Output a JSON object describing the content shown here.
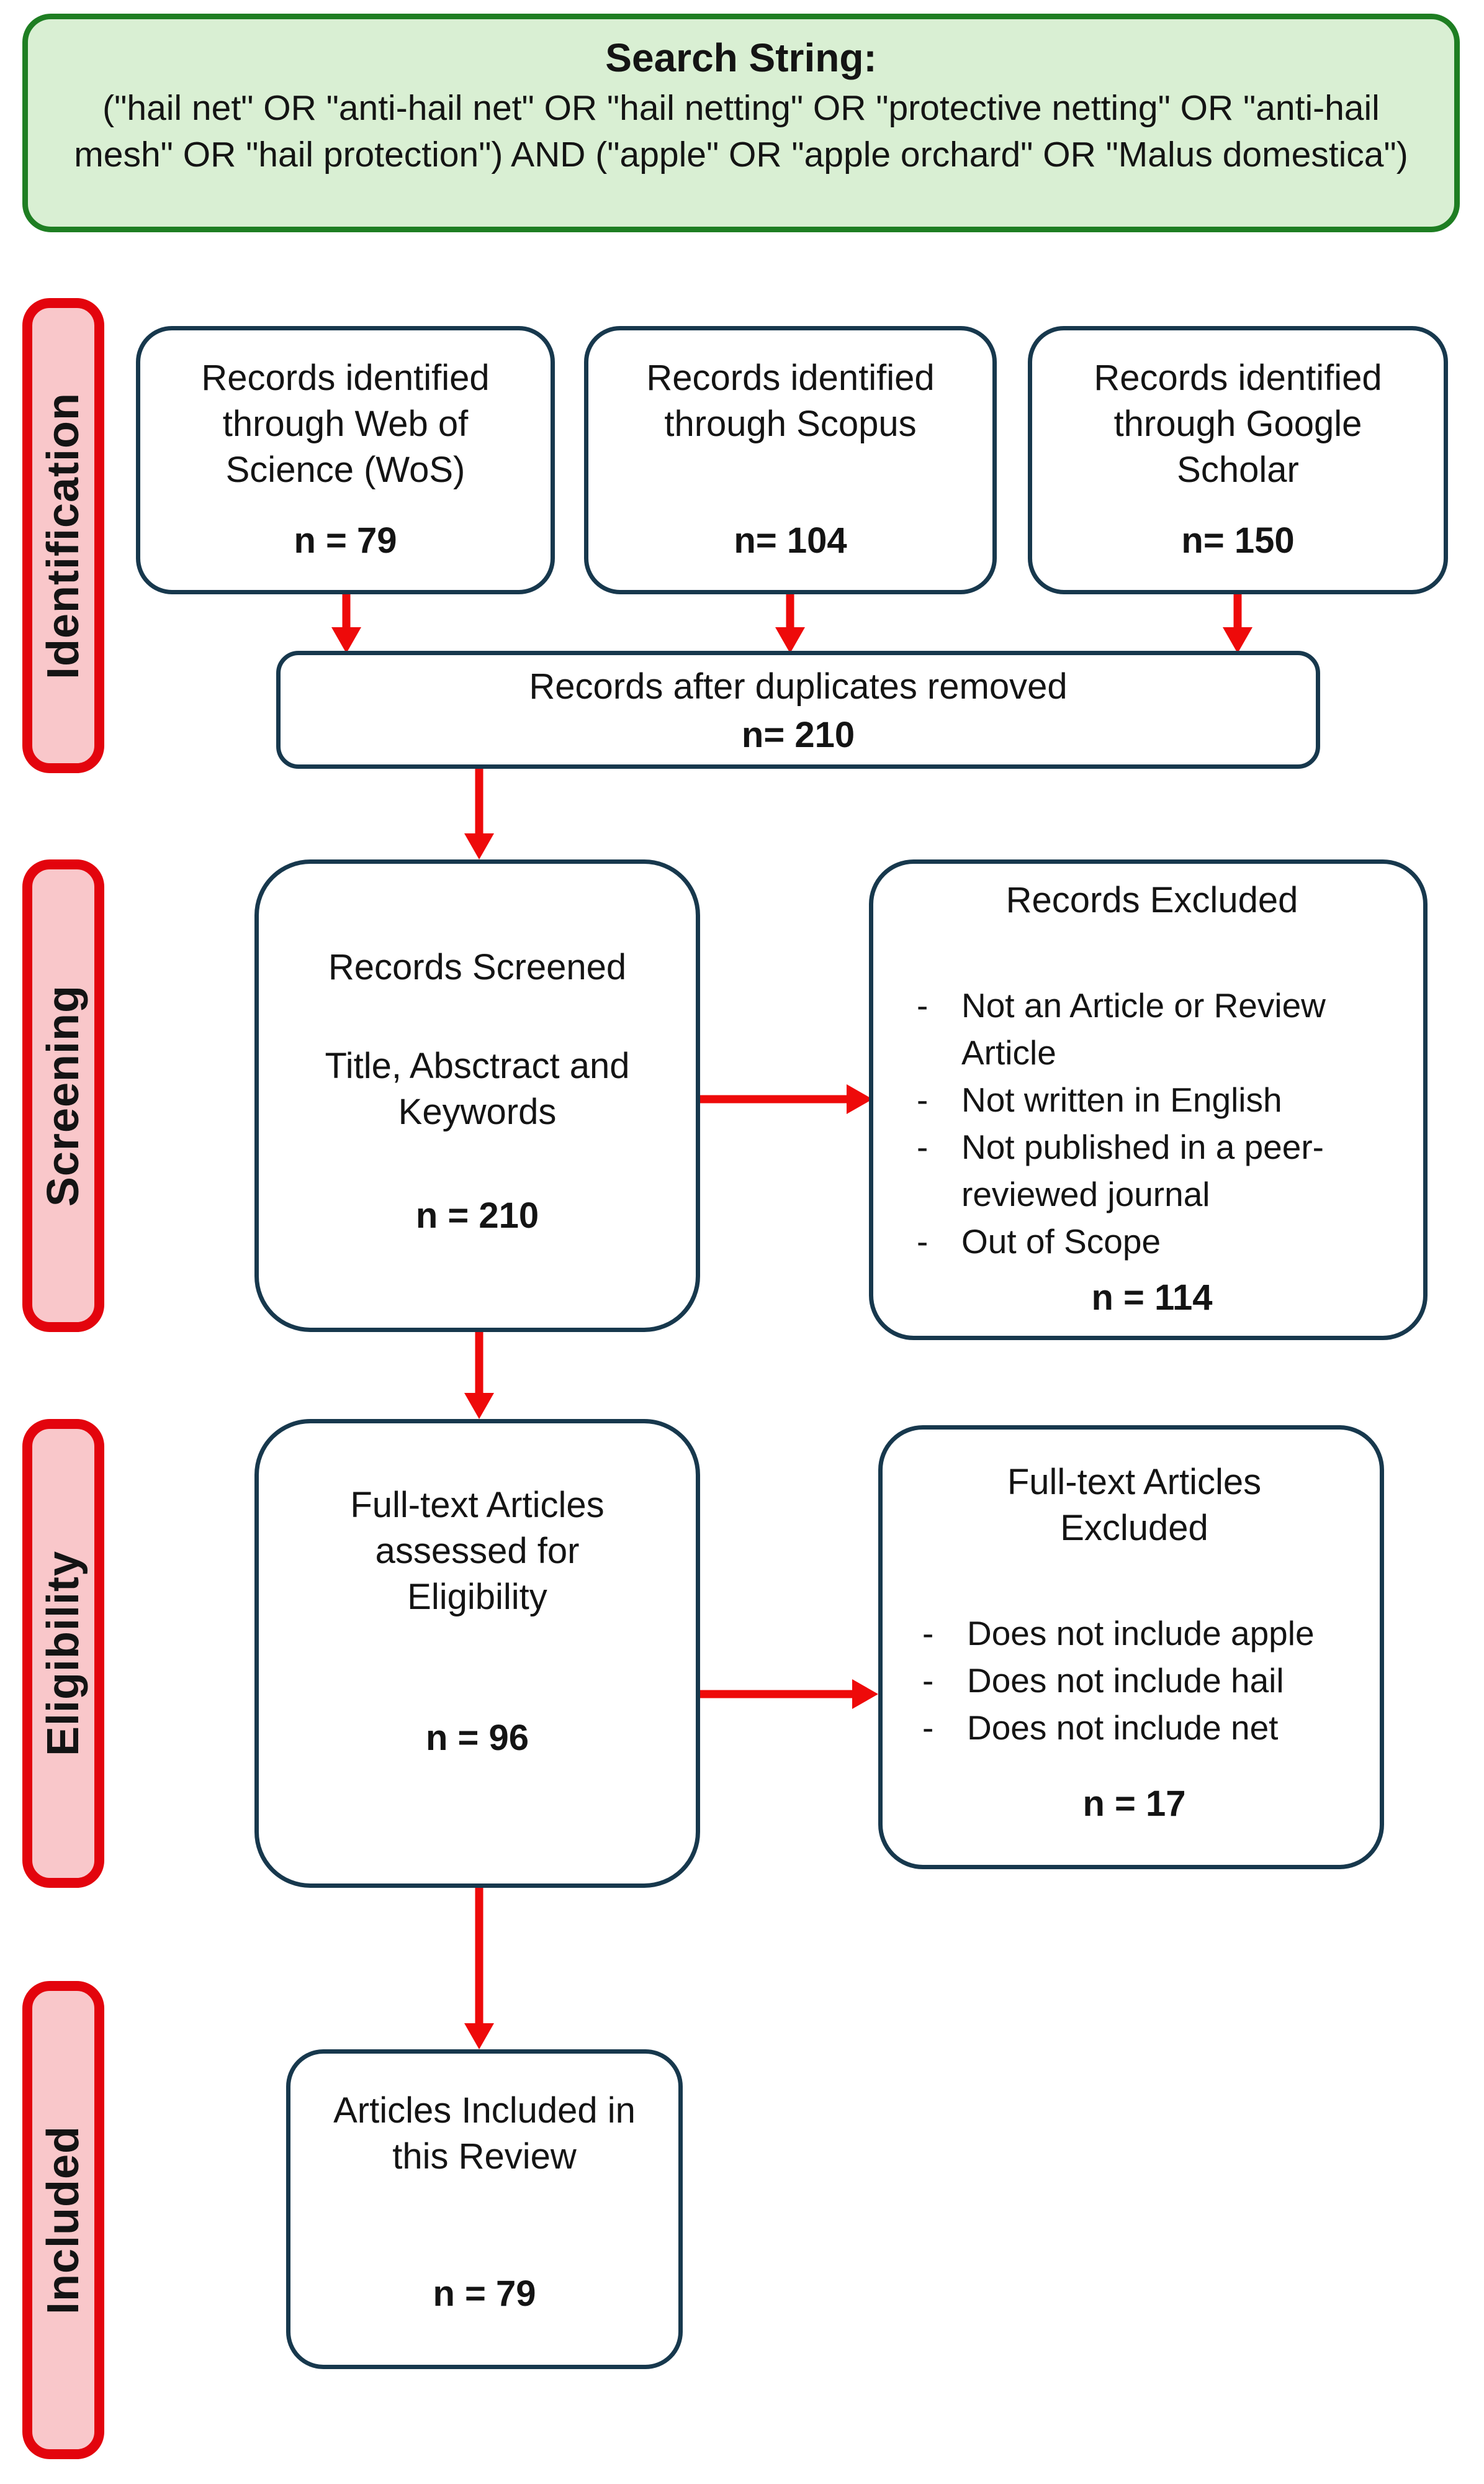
{
  "colors": {
    "green-border": "#1e7e22",
    "green-fill": "#d9efd3",
    "box-border": "#17384d",
    "box-fill": "#ffffff",
    "arrow-red": "#ee0a0a",
    "label-fill": "#f9c7ca",
    "label-border": "#e3040d",
    "text": "#141414"
  },
  "search_box": {
    "title": "Search String:",
    "query": "(\"hail net\" OR \"anti-hail net\" OR \"hail netting\" OR \"protective netting\" OR \"anti-hail mesh\" OR \"hail protection\") AND (\"apple\" OR \"apple orchard\" OR \"Malus domestica\")"
  },
  "stages": [
    "Identification",
    "Screening",
    "Eligibility",
    "Included"
  ],
  "boxes": {
    "wos": {
      "text": "Records identified through Web of Science (WoS)",
      "n": "n = 79"
    },
    "scopus": {
      "text": "Records identified through Scopus",
      "n": "n= 104"
    },
    "scholar": {
      "text": "Records identified through Google Scholar",
      "n": "n= 150"
    },
    "duplicates": {
      "text": "Records after duplicates removed",
      "n": "n= 210"
    },
    "screened": {
      "title": "Records Screened",
      "subtitle": "Title, Absctract and Keywords",
      "n": "n = 210"
    },
    "records_excluded": {
      "title": "Records Excluded",
      "items": [
        "Not an Article or Review Article",
        "Not written in English",
        "Not published in a peer-reviewed journal",
        "Out of Scope"
      ],
      "n": "n = 114"
    },
    "fulltext": {
      "text": "Full-text Articles assessed for Eligibility",
      "n": "n = 96"
    },
    "fulltext_excluded": {
      "title": "Full-text Articles Excluded",
      "items": [
        "Does not include apple",
        "Does not include hail",
        "Does not include net"
      ],
      "n": "n = 17"
    },
    "included": {
      "text": "Articles Included in this Review",
      "n": "n = 79"
    }
  }
}
